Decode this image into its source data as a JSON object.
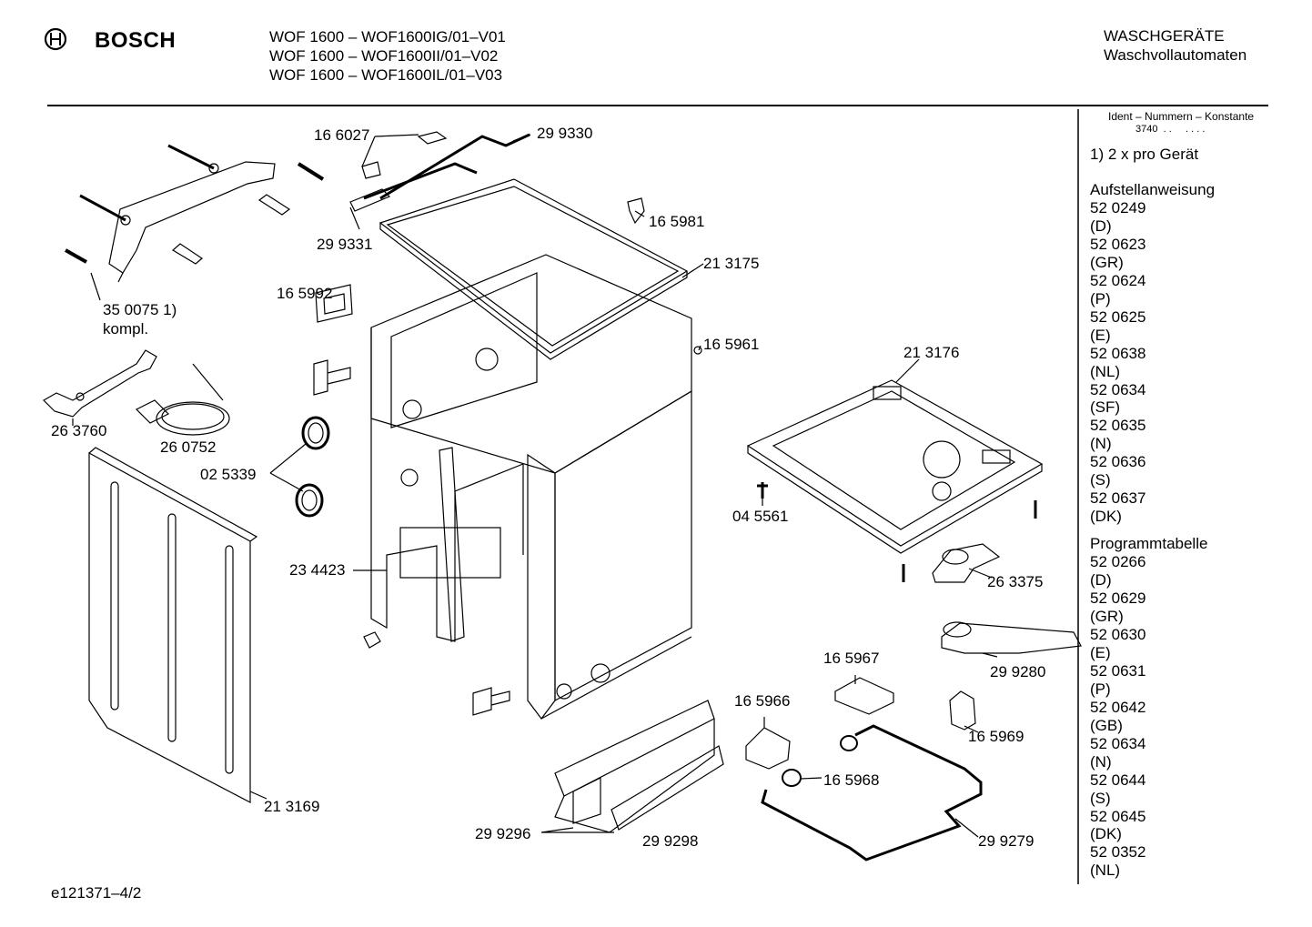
{
  "header": {
    "brand": "BOSCH",
    "models": [
      "WOF 1600 – WOF1600IG/01–V01",
      "WOF 1600 – WOF1600II/01–V02",
      "WOF 1600 – WOF1600IL/01–V03"
    ],
    "category_line1": "WASCHGERÄTE",
    "category_line2": "Waschvollautomaten"
  },
  "sidebar": {
    "ident_title": "Ident – Nummern – Konstante",
    "ident_value": "3740  . .     . . . .",
    "note": "1) 2 x pro Gerät",
    "sections": [
      {
        "title": "Aufstellanweisung",
        "entries": [
          "52 0249",
          "(D)",
          "52 0623",
          "(GR)",
          "52 0624",
          "(P)",
          "52 0625",
          "(E)",
          "52 0638",
          "(NL)",
          "52 0634",
          "(SF)",
          "52 0635",
          "(N)",
          "52 0636",
          "(S)",
          "52 0637",
          "(DK)"
        ]
      },
      {
        "title": "Programmtabelle",
        "entries": [
          "52 0266",
          "(D)",
          "52 0629",
          "(GR)",
          "52 0630",
          "(E)",
          "52 0631",
          "(P)",
          "52 0642",
          "(GB)",
          "52 0634",
          "(N)",
          "52 0644",
          "(S)",
          "52 0645",
          "(DK)",
          "52 0352",
          "(NL)"
        ]
      }
    ]
  },
  "parts": {
    "p166027": "16 6027",
    "p299330": "29 9330",
    "p299331": "29 9331",
    "p165981": "16 5981",
    "p213175": "21 3175",
    "p165992": "16 5992",
    "p350075": "35 0075 1)",
    "kompl": "kompl.",
    "p165961": "16 5961",
    "p213176": "21 3176",
    "p263760": "26 3760",
    "p260752": "26 0752",
    "p025339": "02 5339",
    "p045561": "04 5561",
    "p263375": "26 3375",
    "p234423": "23 4423",
    "p299280": "29 9280",
    "p165967": "16 5967",
    "p165966": "16 5966",
    "p165969": "16 5969",
    "p165968": "16 5968",
    "p213169": "21 3169",
    "p299296": "29 9296",
    "p299298": "29 9298",
    "p299279": "29 9279"
  },
  "footer": {
    "code": "e121371–4/2"
  }
}
